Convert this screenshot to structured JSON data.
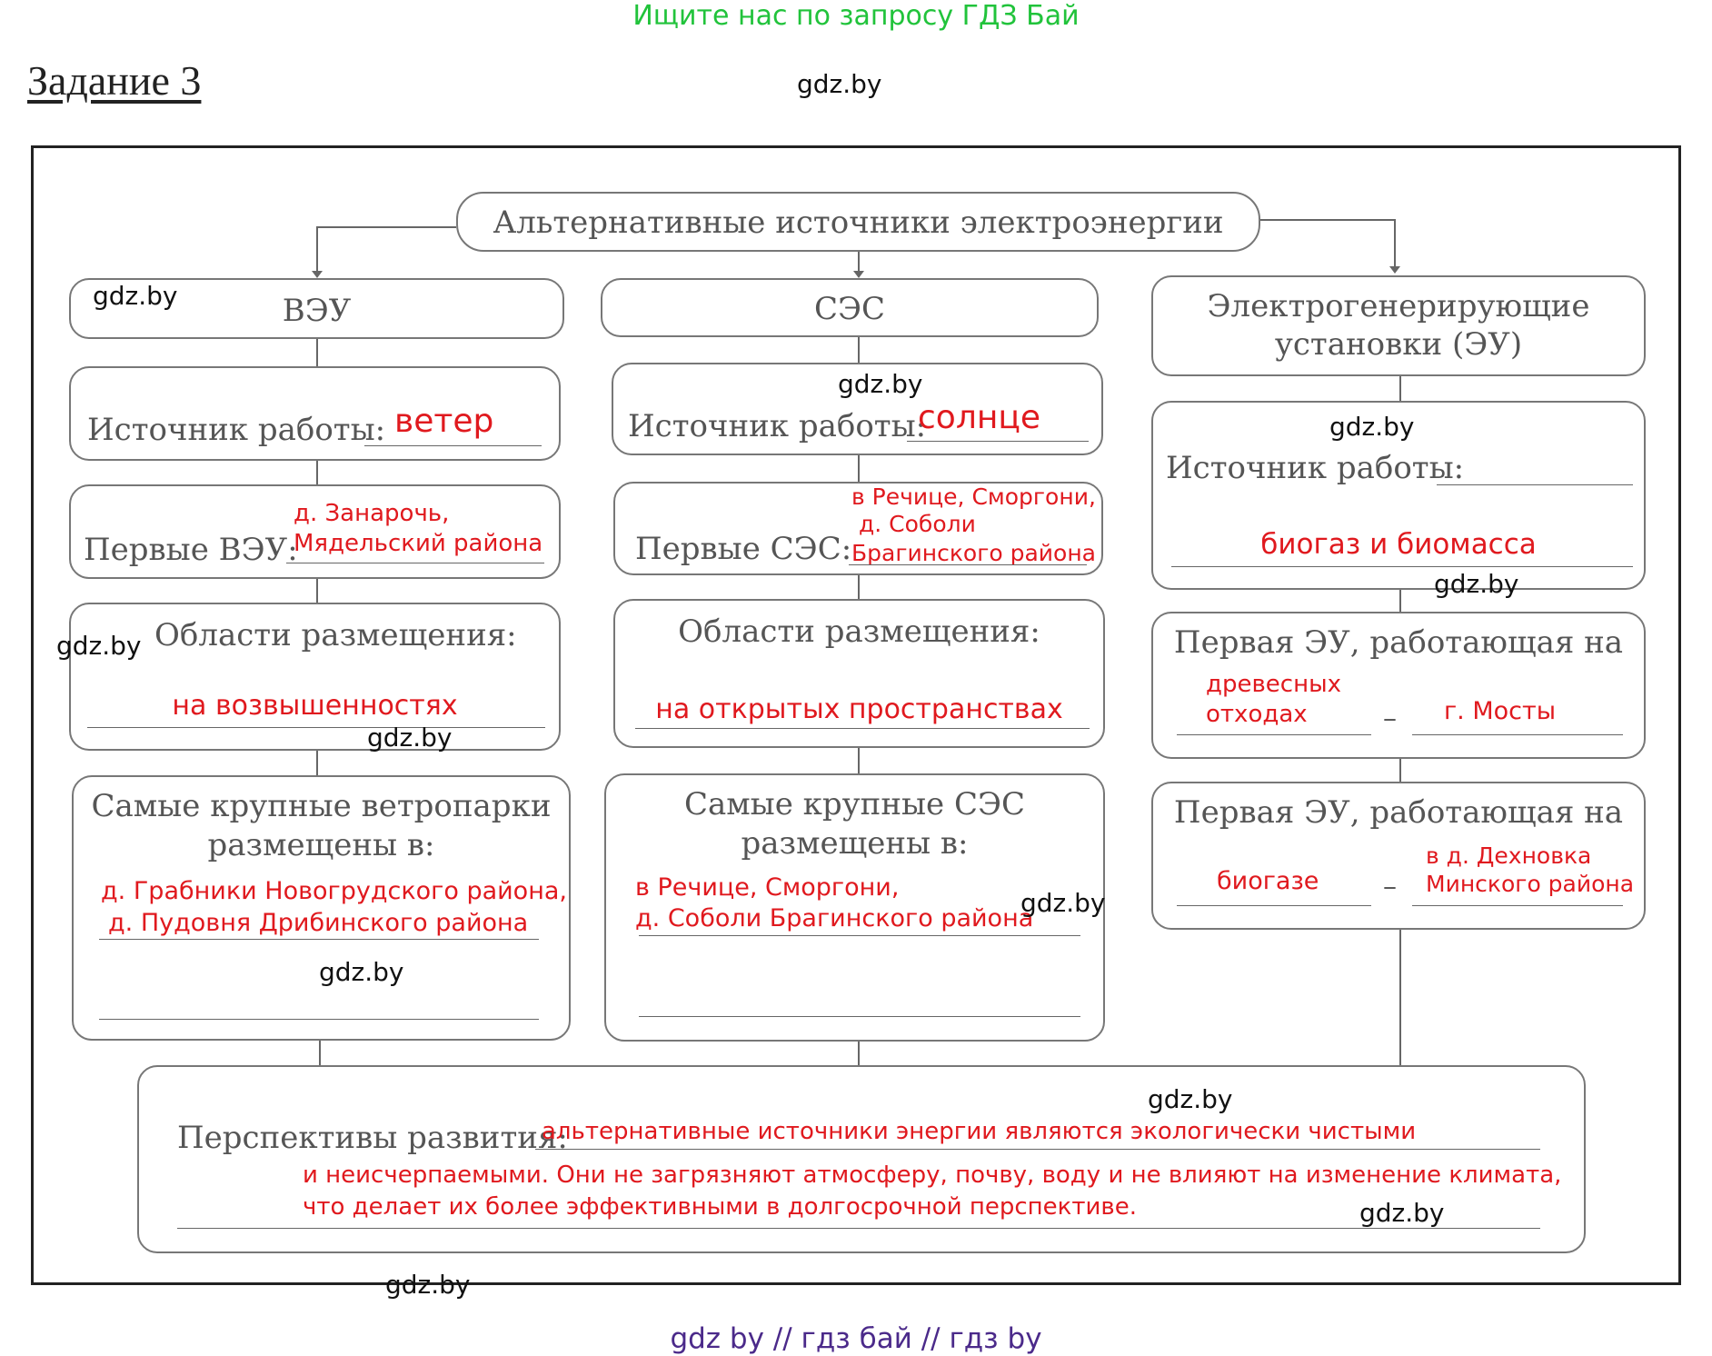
{
  "banner": "Ищите нас по запросу ГДЗ Бай",
  "task_title": "Задание 3",
  "watermark": "gdz.by",
  "footer": "gdz by  //  гдз бай  //  гдз by",
  "colors": {
    "answer": "#e0191e",
    "banner": "#21c33b",
    "footer": "#4b2a8a"
  },
  "root": {
    "title": "Альтернативные источники электроэнергии"
  },
  "columns": {
    "veu": {
      "header": "ВЭУ",
      "source_label": "Источник работы:",
      "source_answer": "ветер",
      "first_label": "Первые ВЭУ:",
      "first_answer_1": "д. Занарочь,",
      "first_answer_2": "Мядельский района",
      "areas_label": "Области размещения:",
      "areas_answer": "на возвышенностях",
      "largest_label_1": "Самые крупные ветропарки",
      "largest_label_2": "размещены в:",
      "largest_answer_1": "д. Грабники Новогрудского района,",
      "largest_answer_2": "д. Пудовня Дрибинского района"
    },
    "ses": {
      "header": "СЭС",
      "source_label": "Источник работы:",
      "source_answer": "солнце",
      "first_label": "Первые СЭС:",
      "first_answer_1": "в Речице, Сморгони,",
      "first_answer_2": "д. Соболи",
      "first_answer_3": "Брагинского района",
      "areas_label": "Области размещения:",
      "areas_answer": "на открытых пространствах",
      "largest_label_1": "Самые крупные СЭС",
      "largest_label_2": "размещены в:",
      "largest_answer_1": "в Речице, Сморгони,",
      "largest_answer_2": "д. Соболи Брагинского района"
    },
    "eu": {
      "header_1": "Электрогенерирующие",
      "header_2": "установки (ЭУ)",
      "source_label": "Источник работы:",
      "source_answer": "биогаз и биомасса",
      "first_wood_label": "Первая ЭУ, работающая на",
      "first_wood_answer_1": "древесных",
      "first_wood_answer_2": "отходах",
      "first_wood_dash": "–",
      "first_wood_place": "г. Мосты",
      "first_bio_label": "Первая ЭУ, работающая на",
      "first_bio_answer": "биогазе",
      "first_bio_dash": "–",
      "first_bio_place_1": "в д. Дехновка",
      "first_bio_place_2": "Минского района"
    }
  },
  "perspectives": {
    "label": "Перспективы развития:",
    "answer_1": "альтернативные источники энергии являются экологически чистыми",
    "answer_2": "и неисчерпаемыми. Они не загрязняют  атмосферу, почву, воду и не влияют на изменение климата,",
    "answer_3": "что делает их более  эффективными в долгосрочной перспективе."
  }
}
